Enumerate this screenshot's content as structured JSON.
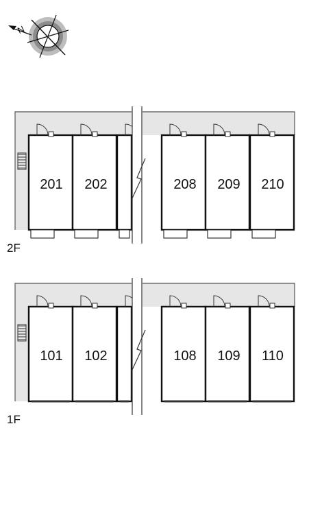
{
  "compass": {
    "icon": "compass-rose-icon",
    "north_label": "N"
  },
  "floors": [
    {
      "id": "2F",
      "label": "2F",
      "rooms": [
        "201",
        "202",
        "208",
        "209",
        "210"
      ]
    },
    {
      "id": "1F",
      "label": "1F",
      "rooms": [
        "101",
        "102",
        "108",
        "109",
        "110"
      ]
    }
  ],
  "colors": {
    "walkway": "#e6e6e6",
    "wall": "#111111",
    "background": "#ffffff"
  }
}
